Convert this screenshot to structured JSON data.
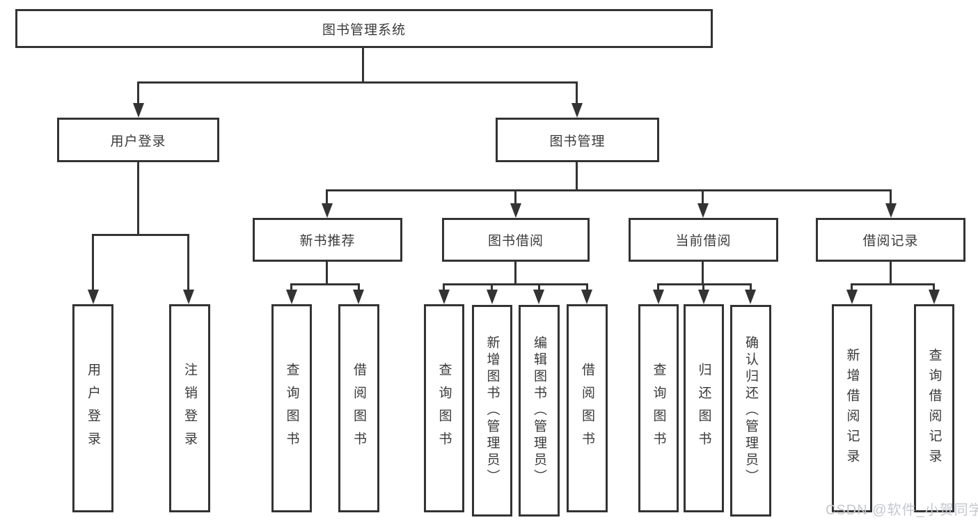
{
  "tree": {
    "root": "图书管理系统",
    "level1": [
      {
        "label": "用户登录",
        "children": [
          "用户登录",
          "注销登录"
        ]
      },
      {
        "label": "图书管理"
      }
    ],
    "level2": [
      {
        "label": "新书推荐",
        "children": [
          "查询图书",
          "借阅图书"
        ]
      },
      {
        "label": "图书借阅",
        "children": [
          "查询图书",
          "新增图书（管理员）",
          "编辑图书（管理员）",
          "借阅图书"
        ]
      },
      {
        "label": "当前借阅",
        "children": [
          "查询图书",
          "归还图书",
          "确认归还（管理员）"
        ]
      },
      {
        "label": "借阅记录",
        "children": [
          "新增借阅记录",
          "查询借阅记录"
        ]
      }
    ]
  },
  "watermark": "CSDN @软件_小贺同学",
  "colors": {
    "line": "#333333",
    "text": "#3a3a3a",
    "watermark": "#c5c7cd",
    "background": "#ffffff"
  }
}
